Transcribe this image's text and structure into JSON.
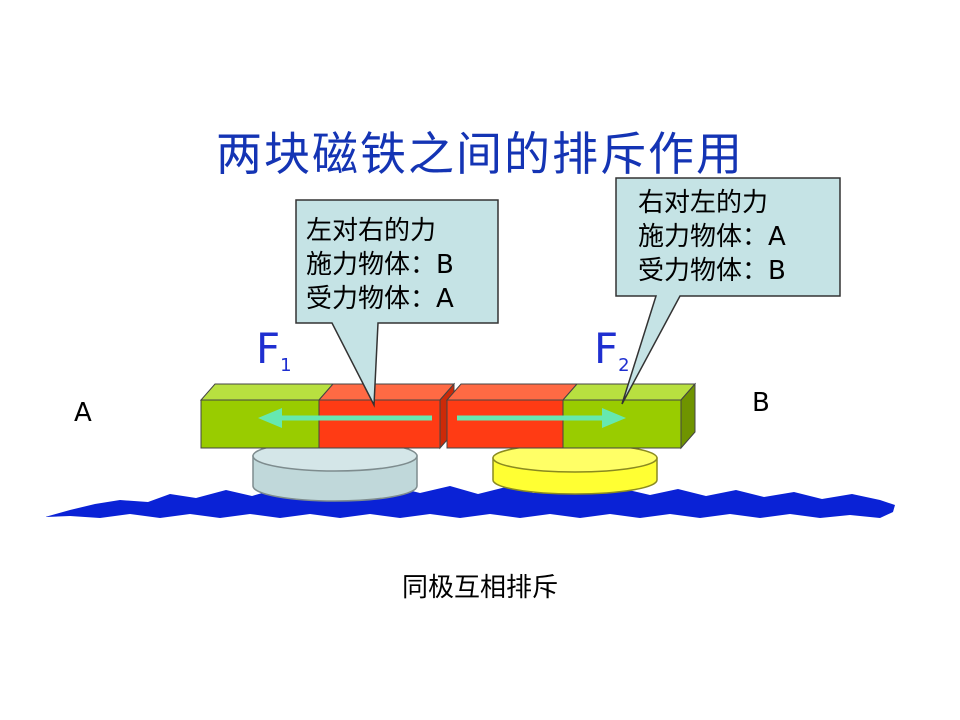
{
  "title": "两块磁铁之间的排斥作用",
  "callout_left": {
    "lines": [
      "左对右的力",
      "施力物体：B",
      "受力物体：A"
    ],
    "fill": "#c5e3e5"
  },
  "callout_right": {
    "lines": [
      "右对左的力",
      "施力物体：A",
      "受力物体：B"
    ],
    "fill": "#c5e3e5"
  },
  "forces": {
    "f1": {
      "letter": "F",
      "subscript": "1"
    },
    "f2": {
      "letter": "F",
      "subscript": "2"
    }
  },
  "objects": {
    "a": "A",
    "b": "B"
  },
  "caption": "同极互相排斥",
  "colors": {
    "title": "#1434b4",
    "magnet_green": "#99cc00",
    "magnet_red": "#ff3b14",
    "arrow": "#66e8b0",
    "left_base": "#c0d8da",
    "right_base": "#ffff33",
    "water": "#0a22d6"
  }
}
